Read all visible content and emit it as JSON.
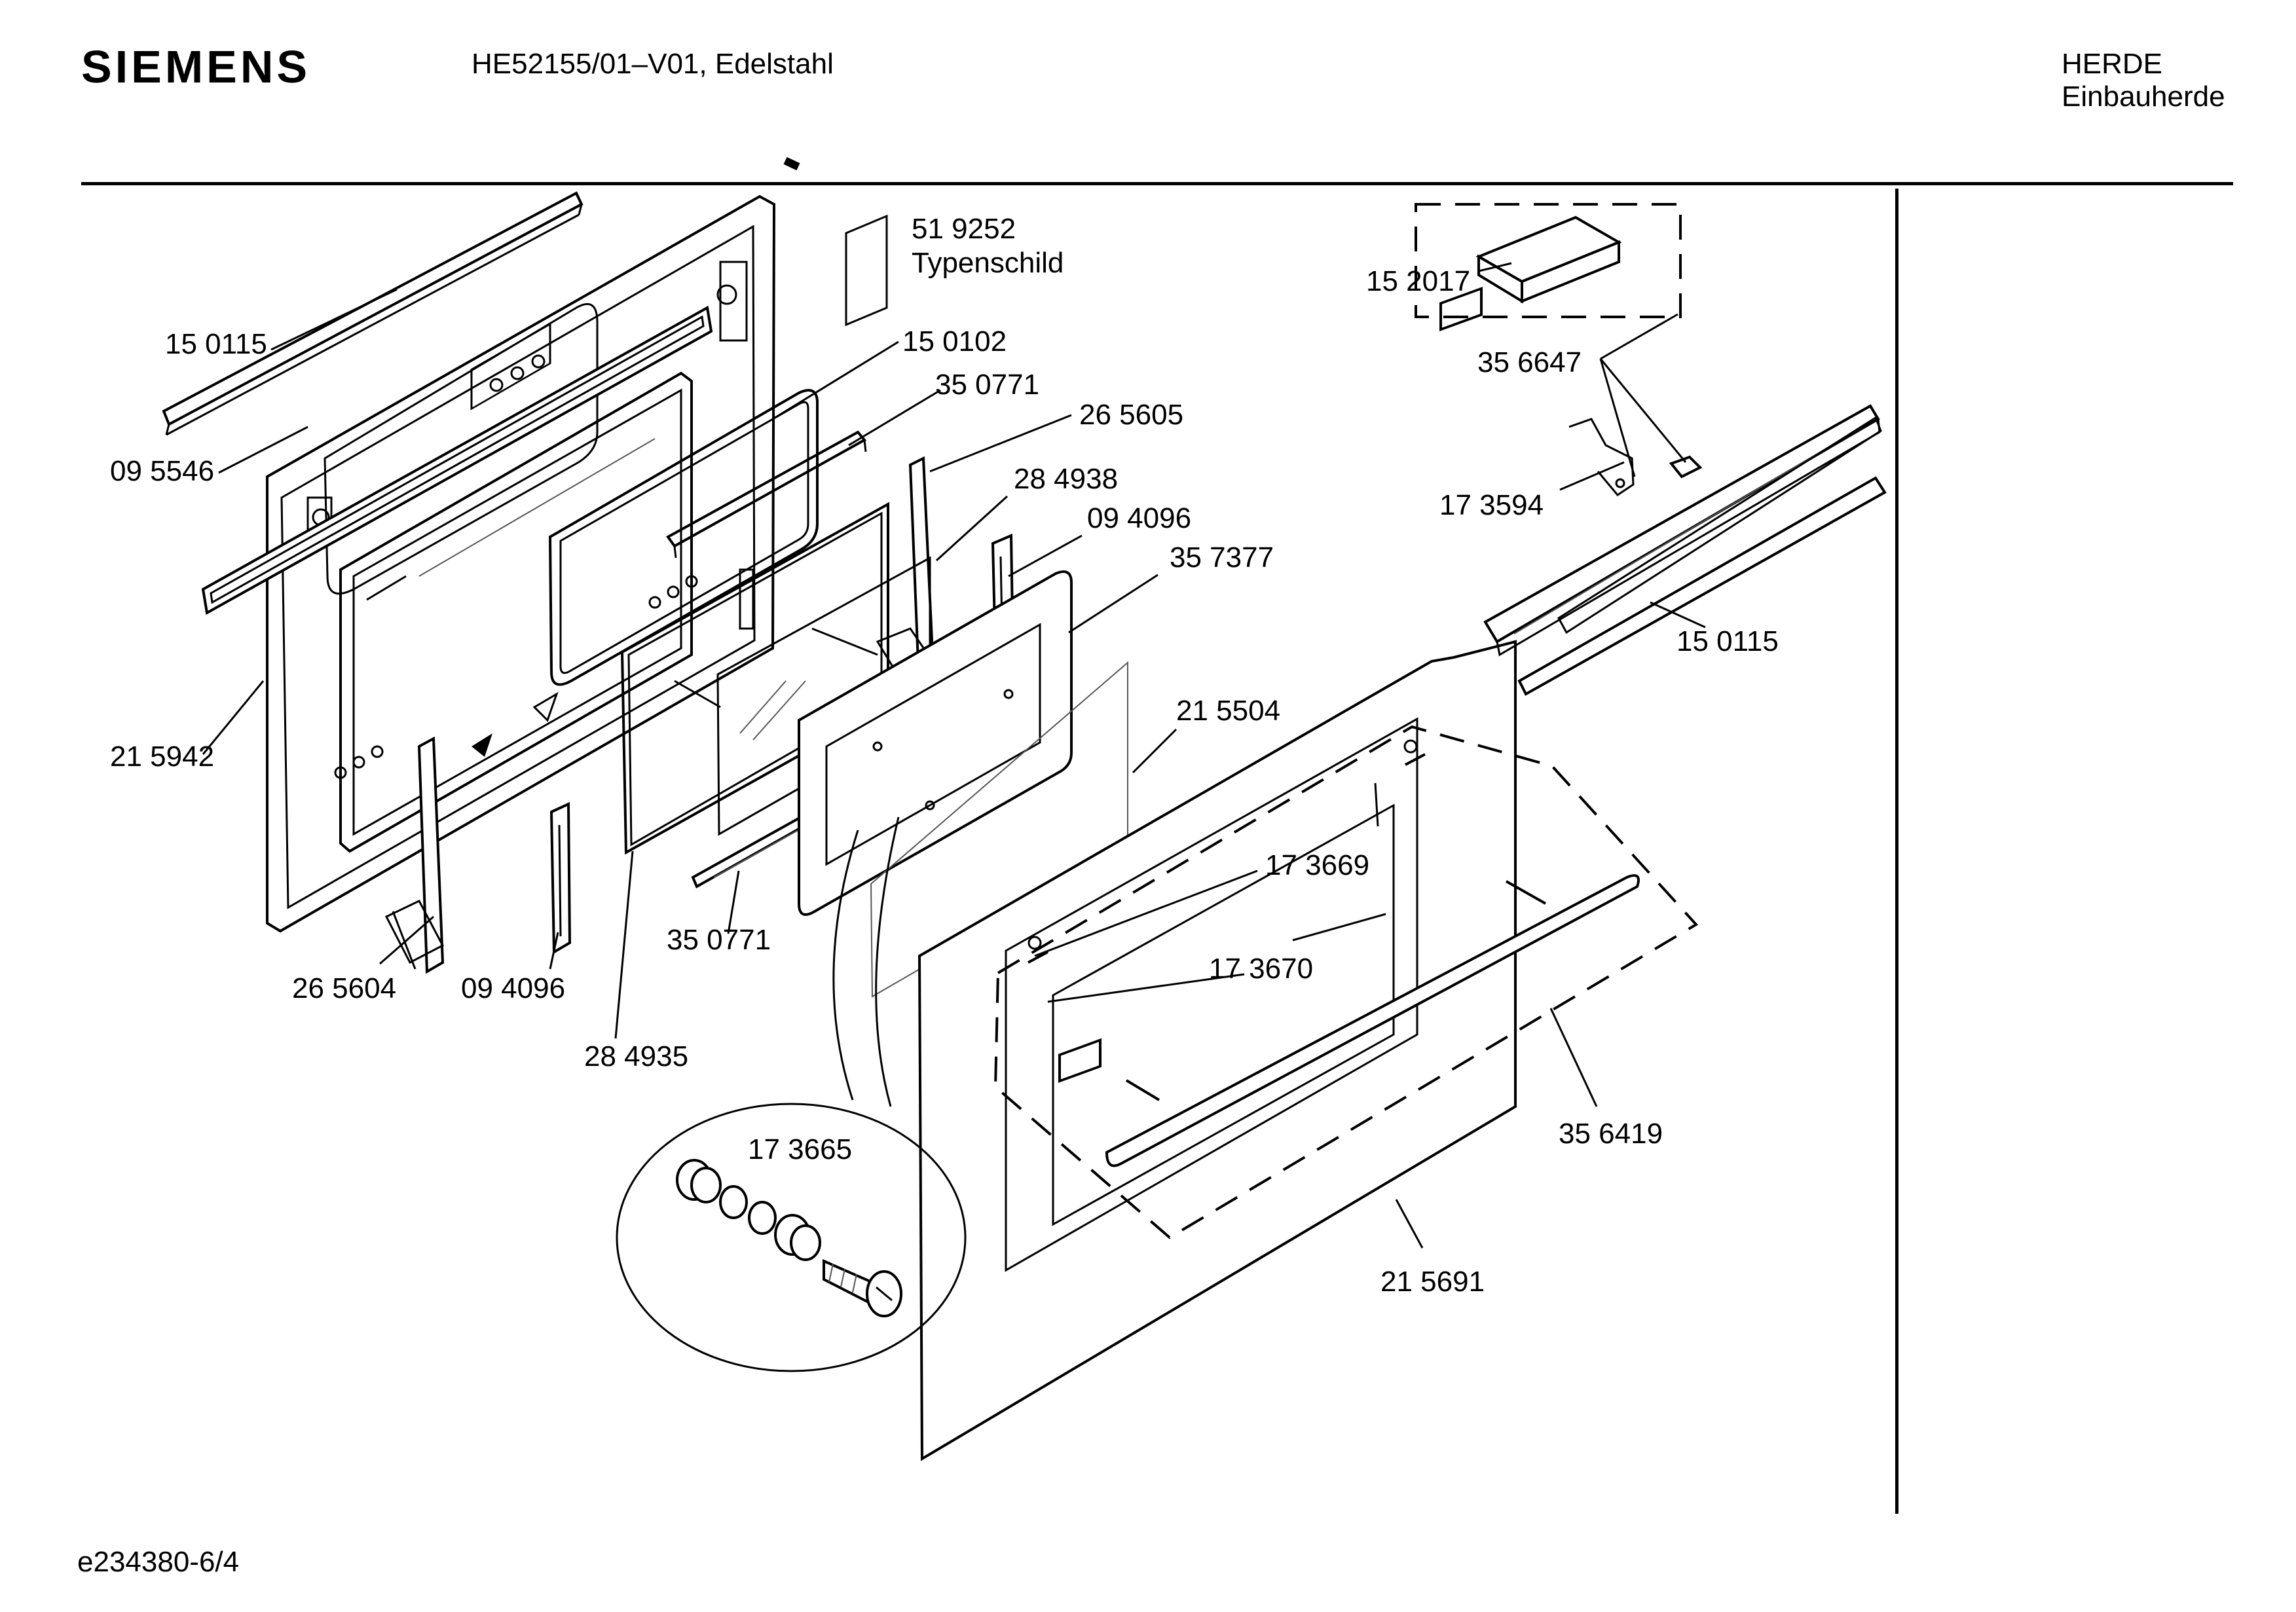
{
  "header": {
    "brand": "SIEMENS",
    "model": "HE52155/01–V01, Edelstahl",
    "category_line1": "HERDE",
    "category_line2": "Einbauherde"
  },
  "footer": {
    "document_id": "e234380-6/4"
  },
  "labels": [
    {
      "id": "p150115a",
      "text": "15 0115"
    },
    {
      "id": "p095546",
      "text": "09 5546"
    },
    {
      "id": "p215942",
      "text": "21 5942"
    },
    {
      "id": "p265604",
      "text": "26 5604"
    },
    {
      "id": "p094096a",
      "text": "09 4096"
    },
    {
      "id": "p284935",
      "text": "28 4935"
    },
    {
      "id": "p350771b",
      "text": "35 0771"
    },
    {
      "id": "p519252",
      "text": "51 9252"
    },
    {
      "id": "typenschild",
      "text": "Typenschild"
    },
    {
      "id": "p150102",
      "text": "15 0102"
    },
    {
      "id": "p350771a",
      "text": "35 0771"
    },
    {
      "id": "p265605",
      "text": "26 5605"
    },
    {
      "id": "p284938",
      "text": "28 4938"
    },
    {
      "id": "p094096b",
      "text": "09 4096"
    },
    {
      "id": "p357377",
      "text": "35 7377"
    },
    {
      "id": "p215504",
      "text": "21 5504"
    },
    {
      "id": "p173669",
      "text": "17 3669"
    },
    {
      "id": "p173670",
      "text": "17 3670"
    },
    {
      "id": "p173665",
      "text": "17 3665"
    },
    {
      "id": "p152017",
      "text": "15 2017"
    },
    {
      "id": "p356647",
      "text": "35 6647"
    },
    {
      "id": "p173594",
      "text": "17 3594"
    },
    {
      "id": "p150115b",
      "text": "15 0115"
    },
    {
      "id": "p356419",
      "text": "35 6419"
    },
    {
      "id": "p215691",
      "text": "21 5691"
    }
  ]
}
